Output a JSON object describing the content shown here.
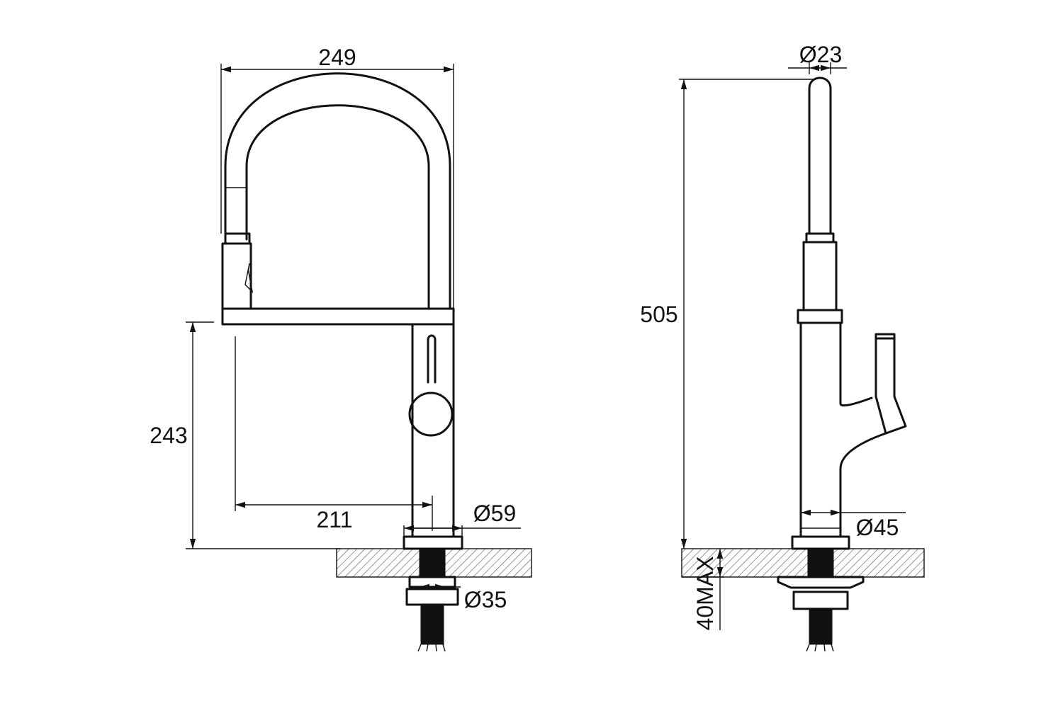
{
  "drawing": {
    "front_view": {
      "width_label": "249",
      "height_label": "243",
      "reach_label": "211",
      "body_diameter_label": "Ø59",
      "shank_diameter_label": "Ø35"
    },
    "side_view": {
      "spout_diameter_label": "Ø23",
      "total_height_label": "505",
      "body_diameter_label": "Ø45",
      "max_counter_thickness_label": "40MAX"
    },
    "colors": {
      "line": "#111111",
      "background": "#ffffff"
    }
  }
}
